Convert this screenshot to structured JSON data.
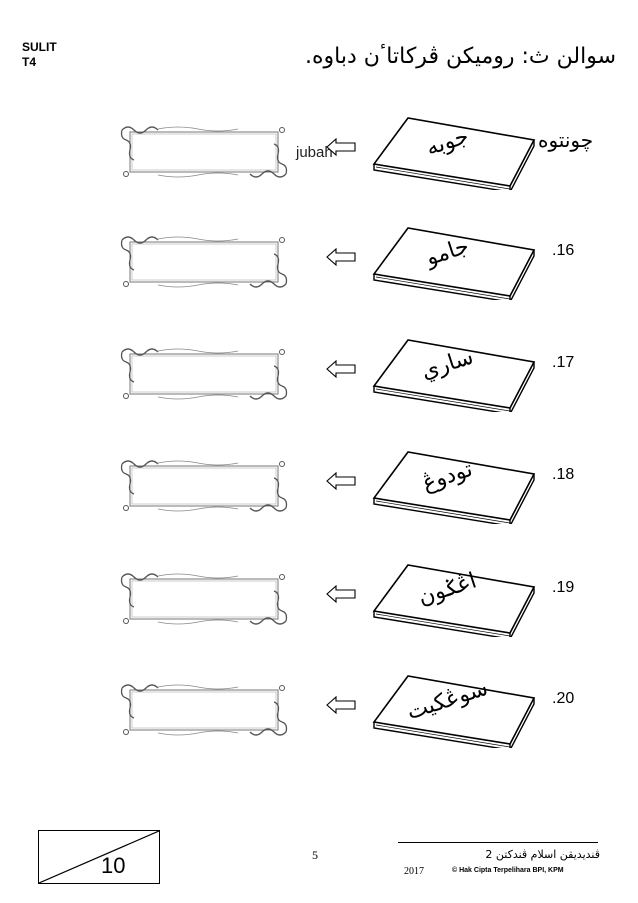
{
  "header": {
    "label_line1": "SULIT",
    "label_line2": "T4",
    "question": "سوالن ث: روميكن ڤركاتاٴن دباوه."
  },
  "example": {
    "label": "چونتوه",
    "book_word": "جوبه",
    "answer": "jubah"
  },
  "items": [
    {
      "number": ".16",
      "book_word": "جامو",
      "answer": ""
    },
    {
      "number": ".17",
      "book_word": "ساري",
      "answer": ""
    },
    {
      "number": ".18",
      "book_word": "تودوڠ",
      "answer": ""
    },
    {
      "number": ".19",
      "book_word": "اڠݢون",
      "answer": ""
    },
    {
      "number": ".20",
      "book_word": "سوڠکيت",
      "answer": ""
    }
  ],
  "footer": {
    "score": "10",
    "page_number": "5",
    "publication": "ڤنديديقن اسلام ڤندکتن 2",
    "year": "2017",
    "copyright": "© Hak Cipta Terpelihara BPI, KPM"
  },
  "icons": {
    "arrow": "left-arrow-icon",
    "book": "book-icon",
    "frame": "ornamental-frame-icon"
  }
}
